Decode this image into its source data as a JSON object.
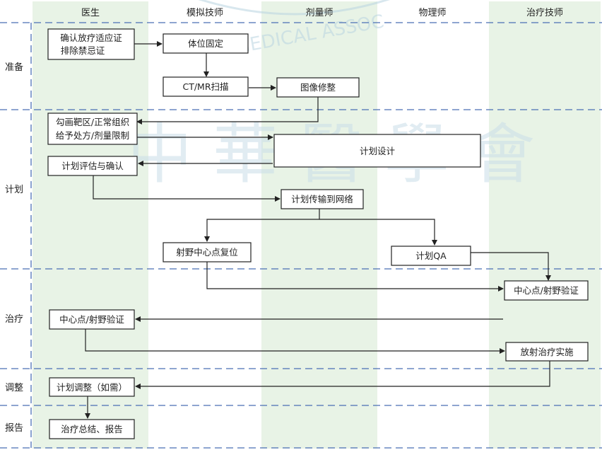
{
  "columns": [
    "医生",
    "模拟技师",
    "剂量师",
    "物理师",
    "治疗技师"
  ],
  "phases": [
    "准备",
    "计划",
    "治疗",
    "调整",
    "报告"
  ],
  "boxes": {
    "confirm_indication": [
      "确认放疗适应证",
      "排除禁忌证"
    ],
    "positioning": "体位固定",
    "ct_scan": "CT/MR扫描",
    "image_edit": "图像修整",
    "delineate": [
      "勾画靶区/正常组织",
      "给予处方/剂量限制"
    ],
    "plan_design": "计划设计",
    "plan_eval": "计划评估与确认",
    "plan_transfer": "计划传输到网络",
    "center_reset": "射野中心点复位",
    "plan_qa": "计划QA",
    "verify_tech": "中心点/射野验证",
    "verify_doc": "中心点/射野验证",
    "treatment": "放射治疗实施",
    "plan_adjust": "计划调整（如需）",
    "report": "治疗总结、报告"
  },
  "watermark": {
    "text": "MEDICAL ASSOC",
    "chars": "中 華 醫 學 會"
  },
  "colors": {
    "lane": "#e8f3e6",
    "dash": "#4a6fb5",
    "line": "#222222",
    "watermark": "#b9d3e0"
  }
}
